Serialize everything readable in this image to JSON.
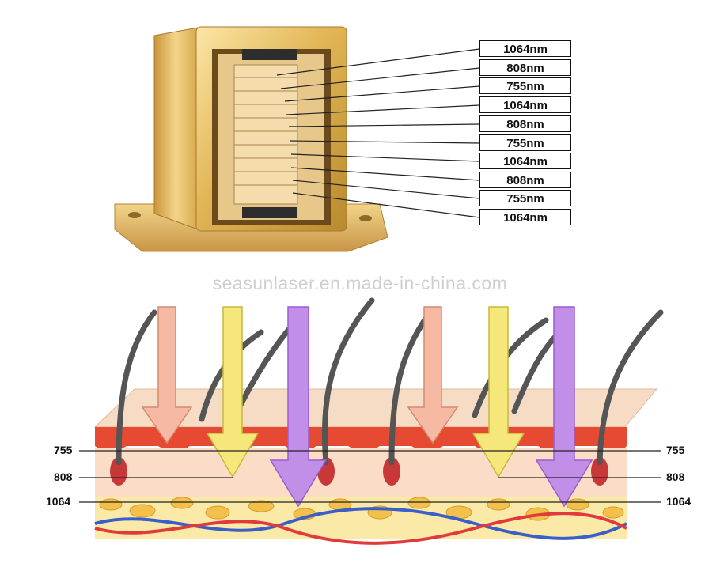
{
  "wavelength_labels": [
    "1064nm",
    "808nm",
    "755nm",
    "1064nm",
    "808nm",
    "755nm",
    "1064nm",
    "808nm",
    "755nm",
    "1064nm"
  ],
  "watermark": "seasunlaser.en.made-in-china.com",
  "depth_labels": {
    "left": [
      "755",
      "808",
      "1064"
    ],
    "right": [
      "755",
      "808",
      "1064"
    ]
  },
  "beam_colors": {
    "1064": "#f6b9a4",
    "808": "#f5e77a",
    "755": "#c18ee8"
  },
  "icons": [
    "laser-diode-module-icon",
    "skin-cross-section-icon"
  ]
}
